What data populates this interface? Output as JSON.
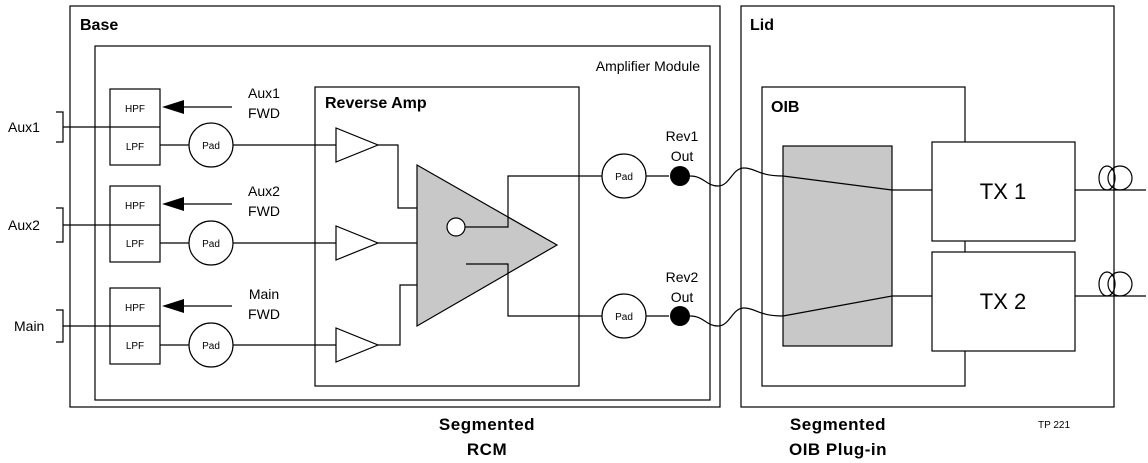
{
  "sections": {
    "base": "Base",
    "lid": "Lid",
    "amplifier_module": "Amplifier Module",
    "reverse_amp": "Reverse Amp",
    "oib": "OIB"
  },
  "inputs": [
    "Aux1",
    "Aux2",
    "Main"
  ],
  "filters": {
    "hpf": "HPF",
    "lpf": "LPF"
  },
  "fwd_labels": [
    {
      "line1": "Aux1",
      "line2": "FWD"
    },
    {
      "line1": "Aux2",
      "line2": "FWD"
    },
    {
      "line1": "Main",
      "line2": "FWD"
    }
  ],
  "pad_label": "Pad",
  "outputs": [
    {
      "line1": "Rev1",
      "line2": "Out"
    },
    {
      "line1": "Rev2",
      "line2": "Out"
    }
  ],
  "transmitters": [
    "TX 1",
    "TX 2"
  ],
  "captions": {
    "rcm": {
      "line1": "Segmented",
      "line2": "RCM"
    },
    "oib_plugin": {
      "line1": "Segmented",
      "line2": "OIB Plug-in"
    }
  },
  "figure_tag": "TP 221"
}
